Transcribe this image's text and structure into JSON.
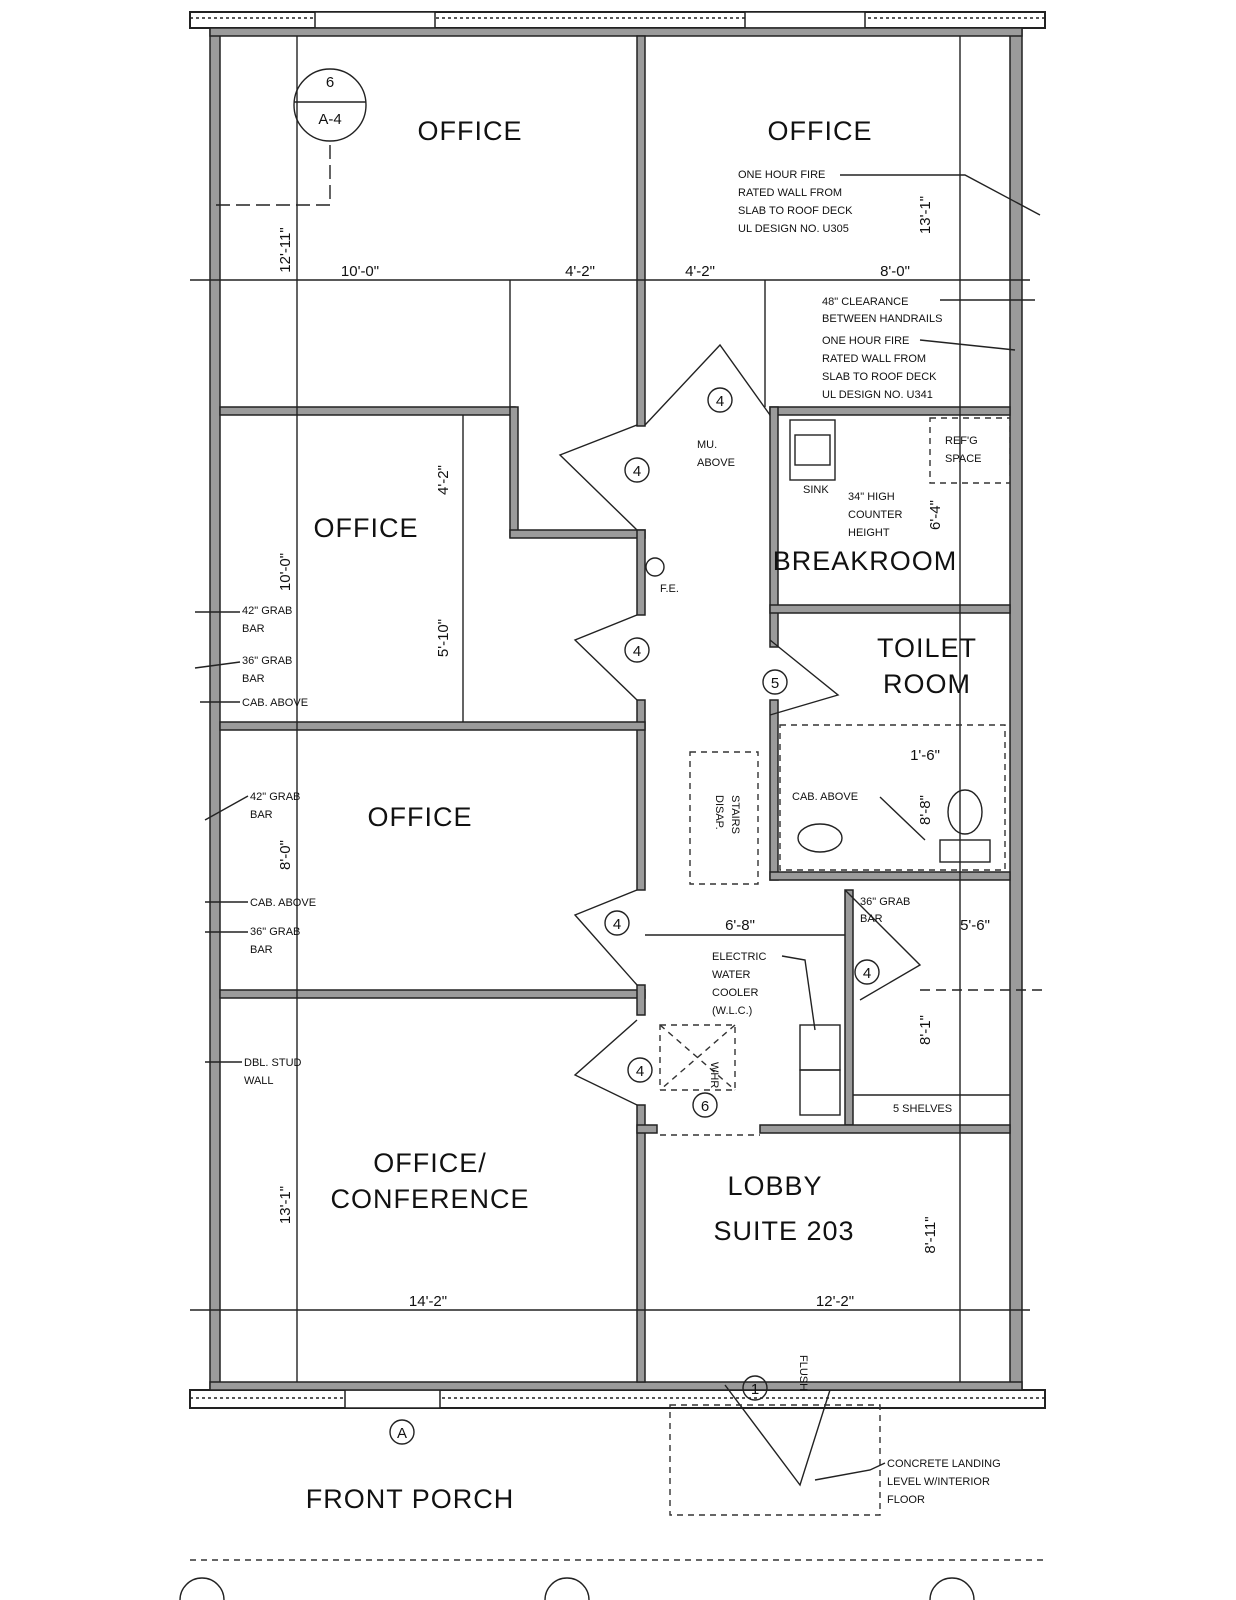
{
  "rooms": {
    "office_top_left": "OFFICE",
    "office_top_right": "OFFICE",
    "office_mid": "OFFICE",
    "office_lower": "OFFICE",
    "office_conf_1": "OFFICE/",
    "office_conf_2": "CONFERENCE",
    "lobby": "LOBBY",
    "suite": "SUITE 203",
    "breakroom": "BREAKROOM",
    "toilet_1": "TOILET",
    "toilet_2": "ROOM",
    "front_porch": "FRONT PORCH"
  },
  "dimensions": {
    "d1": "10'-0\"",
    "d2": "4'-2\"",
    "d3": "4'-2\"",
    "d4": "8'-0\"",
    "d5": "12'-11\"",
    "d6": "13'-1\"",
    "d7": "4'-2\"",
    "d8": "5'-10\"",
    "d9": "10'-0\"",
    "d10": "8'-0\"",
    "d11": "6'-8\"",
    "d12": "5'-6\"",
    "d13": "8'-1\"",
    "d14": "14'-2\"",
    "d15": "12'-2\"",
    "d16": "13'-1\"",
    "d17": "8'-11\"",
    "d18": "1'-6\"",
    "d19": "8'-8\"",
    "d20": "6'-4\""
  },
  "notes": {
    "fire1": [
      "ONE HOUR FIRE",
      "RATED WALL FROM",
      "SLAB TO ROOF DECK",
      "UL DESIGN NO. U305"
    ],
    "clearance": [
      "48\" CLEARANCE",
      "BETWEEN HANDRAILS"
    ],
    "fire2": [
      "ONE HOUR FIRE",
      "RATED WALL FROM",
      "SLAB TO ROOF DECK",
      "UL DESIGN NO. U341"
    ],
    "refg": [
      "REF'G",
      "SPACE"
    ],
    "mu": [
      "MU.",
      "ABOVE"
    ],
    "sink": "SINK",
    "counter": [
      "34\" HIGH",
      "COUNTER",
      "HEIGHT"
    ],
    "fe": "F.E.",
    "grab42a": [
      "42\" GRAB",
      "BAR"
    ],
    "grab36a": [
      "36\" GRAB",
      "BAR"
    ],
    "cab_above1": "CAB. ABOVE",
    "grab42b": [
      "42\" GRAB",
      "BAR"
    ],
    "cab_above2": "CAB. ABOVE",
    "grab36b": [
      "36\" GRAB",
      "BAR"
    ],
    "cab_above3": "CAB. ABOVE",
    "grab36c": [
      "36\" GRAB",
      "BAR"
    ],
    "disap": [
      "DISAP.",
      "STAIRS"
    ],
    "ewc": [
      "ELECTRIC",
      "WATER",
      "COOLER",
      "(W.L.C.)"
    ],
    "dbl": [
      "DBL. STUD",
      "WALL"
    ],
    "shelves": "5 SHELVES",
    "flush": "FLUSH",
    "concrete": [
      "CONCRETE LANDING",
      "LEVEL W/INTERIOR",
      "FLOOR"
    ],
    "whr": "WHR"
  },
  "tags": {
    "detail_top": "6",
    "detail_bottom": "A-4",
    "door4": "4",
    "door5": "5",
    "door6": "6",
    "door1": "1",
    "window_a": "A"
  }
}
